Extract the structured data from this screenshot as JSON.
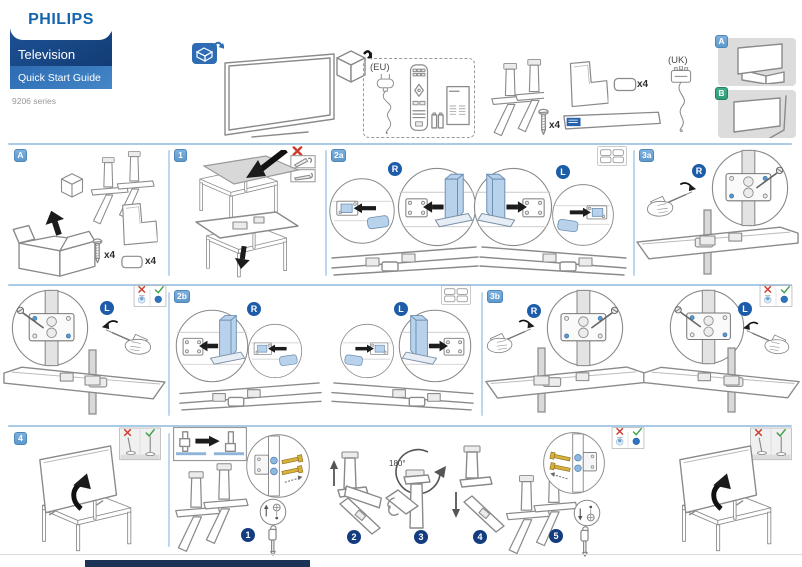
{
  "header": {
    "brand": "PHILIPS",
    "product": "Television",
    "guide_title": "Quick Start Guide",
    "series": "9206 series"
  },
  "parts_overview": {
    "eu_label": "(EU)",
    "uk_label": "(UK)",
    "screws_count": "x4",
    "caps_count": "x4",
    "option_a_label": "A",
    "option_b_label": "B"
  },
  "sections": {
    "unpack_badge": "A",
    "step1_badge": "1",
    "step2a_badge": "2a",
    "step3a_badge": "3a",
    "step2b_badge": "2b",
    "step3b_badge": "3b",
    "step4_badge": "4",
    "right_label": "R",
    "left_label": "L",
    "rotate_label": "180°",
    "screws_count": "x4",
    "caps_count": "x4",
    "substeps": [
      "1",
      "2",
      "3",
      "4",
      "5"
    ]
  },
  "colors": {
    "philips_blue": "#1464ac",
    "band_dark_blue": "#123c74",
    "band_light_blue": "#3a79ba",
    "badge_blue": "#6fa7d8",
    "marker_navy": "#143d80",
    "rl_circle_blue": "#1d5ca8",
    "option_b_green": "#2f9e77",
    "divider_blue": "#aacbe7",
    "highlight_blue": "#b9d2ec",
    "warn_red": "#d03a2c",
    "ok_green": "#3fa04c",
    "screw_gold": "#d8b13c",
    "footer_navy": "#1d3356"
  }
}
